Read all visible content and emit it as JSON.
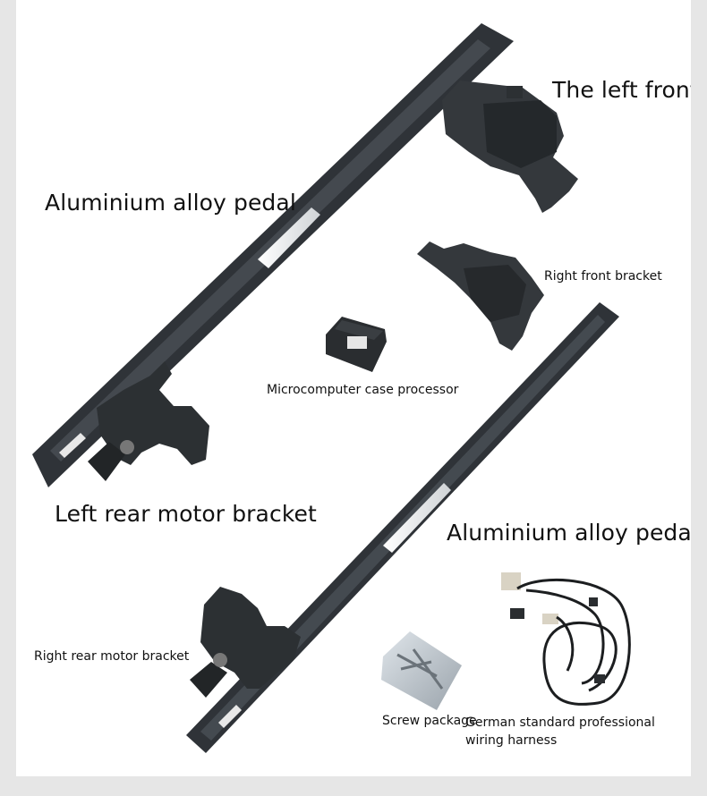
{
  "labels": {
    "left_front": "The left front",
    "pedal_top": "Aluminium alloy pedal",
    "right_front_bracket": "Right front bracket",
    "processor": "Microcomputer case processor",
    "left_rear_motor": "Left rear motor bracket",
    "pedal_bottom": "Aluminium alloy pedal",
    "right_rear_motor": "Right rear motor bracket",
    "screw_package": "Screw package",
    "wiring_harness": "German standard professional wiring harness"
  },
  "colors": {
    "background": "#ffffff",
    "frame": "#e6e6e6",
    "pedal": "#2f3338",
    "bracket": "#33373b",
    "strip": "#f2f2f2"
  },
  "icons": {
    "pedal": "running-board-icon",
    "bracket": "mounting-bracket-icon",
    "motor": "motor-icon",
    "processor": "control-box-icon",
    "screws": "screw-bag-icon",
    "harness": "wiring-harness-icon"
  }
}
